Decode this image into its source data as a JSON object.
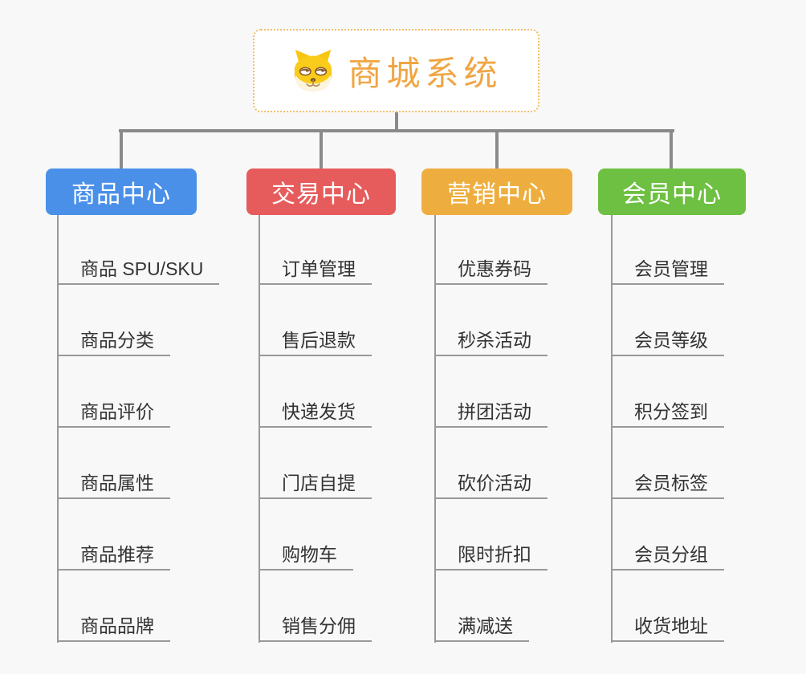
{
  "root": {
    "title": "商城系统",
    "icon": "shiba-dog-face"
  },
  "branches": [
    {
      "label": "商品中心",
      "color": "#4A90E9",
      "items": [
        "商品 SPU/SKU",
        "商品分类",
        "商品评价",
        "商品属性",
        "商品推荐",
        "商品品牌"
      ]
    },
    {
      "label": "交易中心",
      "color": "#E65C5C",
      "items": [
        "订单管理",
        "售后退款",
        "快递发货",
        "门店自提",
        "购物车",
        "销售分佣"
      ]
    },
    {
      "label": "营销中心",
      "color": "#EEAE3F",
      "items": [
        "优惠券码",
        "秒杀活动",
        "拼团活动",
        "砍价活动",
        "限时折扣",
        "满减送"
      ]
    },
    {
      "label": "会员中心",
      "color": "#6DC041",
      "items": [
        "会员管理",
        "会员等级",
        "积分签到",
        "会员标签",
        "会员分组",
        "收货地址"
      ]
    }
  ],
  "palette": {
    "background": "#F8F8F8",
    "root_border": "#F3BD69",
    "root_text": "#F0A543",
    "connector": "#8A8A8A",
    "item_line": "#999999",
    "item_text": "#333333",
    "branch_text": "#FFFFFF"
  }
}
